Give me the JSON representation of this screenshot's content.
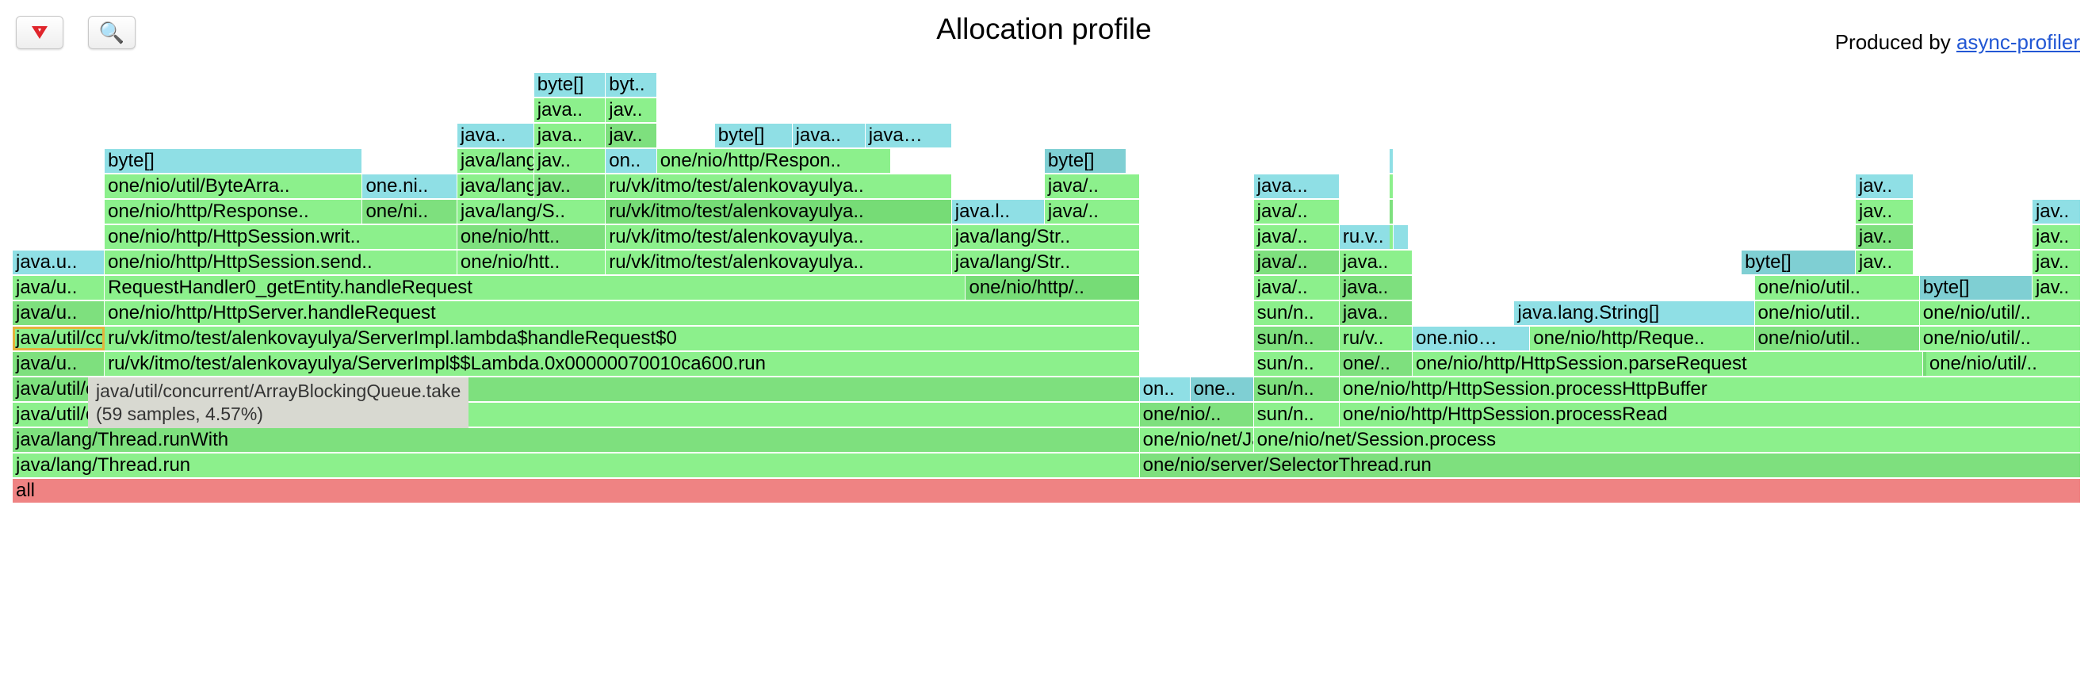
{
  "page": {
    "title": "Allocation profile",
    "produced_by_label": "Produced by",
    "produced_by_link": "async-profiler"
  },
  "toolbar": {
    "reverse_icon": "reverse-triangle-icon",
    "search_icon": "search-icon",
    "search_glyph": "🔍"
  },
  "tooltip": {
    "line1": "java/util/concurrent/ArrayBlockingQueue.take",
    "line2": "(59 samples, 4.57%)"
  },
  "colors": {
    "root": "#ef8383",
    "java_a": "#8cf08c",
    "java_b": "#7ee07e",
    "java_c": "#76dc76",
    "alloc_a": "#8fdfe5",
    "alloc_b": "#7fcfd3",
    "highlight_outline": "#e3b43b",
    "tooltip_bg": "#d8d9d1"
  },
  "flame": {
    "total_samples_note": "",
    "frames": [
      {
        "label": "all",
        "depth": 0,
        "start": 0.0,
        "width": 1.0,
        "kind": "root"
      },
      {
        "label": "java/lang/Thread.run",
        "depth": 1,
        "start": 0.0,
        "width": 0.5449,
        "kind": "java_a"
      },
      {
        "label": "one/nio/server/SelectorThread.run",
        "depth": 1,
        "start": 0.5449,
        "width": 0.4551,
        "kind": "java_b"
      },
      {
        "label": "java/lang/Thread.runWith",
        "depth": 2,
        "start": 0.0,
        "width": 0.5449,
        "kind": "java_b"
      },
      {
        "label": "one/nio/net/Jav..",
        "depth": 2,
        "start": 0.5449,
        "width": 0.0552,
        "kind": "java_a"
      },
      {
        "label": "one/nio/net/Session.process",
        "depth": 2,
        "start": 0.6001,
        "width": 0.3999,
        "kind": "java_a"
      },
      {
        "label": "java/util/concurrent/ThreadPoolExecutor$Worker.run",
        "depth": 3,
        "start": 0.0,
        "width": 0.5449,
        "kind": "java_a"
      },
      {
        "label": "one/nio/..",
        "depth": 3,
        "start": 0.5449,
        "width": 0.0552,
        "kind": "java_b"
      },
      {
        "label": "sun/n..",
        "depth": 3,
        "start": 0.6001,
        "width": 0.0415,
        "kind": "java_a"
      },
      {
        "label": "one/nio/http/HttpSession.processRead",
        "depth": 3,
        "start": 0.6416,
        "width": 0.3584,
        "kind": "java_a"
      },
      {
        "label": "java/util/concurrent/ThreadPoolExecutor.runWorker",
        "depth": 4,
        "start": 0.0,
        "width": 0.5449,
        "kind": "java_b"
      },
      {
        "label": "on..",
        "depth": 4,
        "start": 0.5449,
        "width": 0.0245,
        "kind": "alloc_a"
      },
      {
        "label": "one..",
        "depth": 4,
        "start": 0.5694,
        "width": 0.0307,
        "kind": "alloc_b"
      },
      {
        "label": "sun/n..",
        "depth": 4,
        "start": 0.6001,
        "width": 0.0415,
        "kind": "java_b"
      },
      {
        "label": "one/nio/http/HttpSession.processHttpBuffer",
        "depth": 4,
        "start": 0.6416,
        "width": 0.3584,
        "kind": "java_a"
      },
      {
        "label": "java/u..",
        "depth": 5,
        "start": 0.0,
        "width": 0.0445,
        "kind": "java_b"
      },
      {
        "label": "ru/vk/itmo/test/alenkovayulya/ServerImpl$$Lambda.0x00000070010ca600.run",
        "depth": 5,
        "start": 0.0445,
        "width": 0.5004,
        "kind": "java_a"
      },
      {
        "label": "sun/n..",
        "depth": 5,
        "start": 0.6001,
        "width": 0.0415,
        "kind": "java_a"
      },
      {
        "label": "one/..",
        "depth": 5,
        "start": 0.6416,
        "width": 0.0353,
        "kind": "java_b"
      },
      {
        "label": "one/nio/http/HttpSession.parseRequest",
        "depth": 5,
        "start": 0.6769,
        "width": 0.2468,
        "kind": "java_a"
      },
      {
        "label": "",
        "depth": 5,
        "start": 0.9237,
        "width": 0.0015,
        "kind": "java_c"
      },
      {
        "label": "one/nio/util/..",
        "depth": 5,
        "start": 0.9252,
        "width": 0.0748,
        "kind": "java_a"
      },
      {
        "label": "java/util/concurrent/ArrayBlockingQueue.take",
        "depth": 6,
        "start": 0.0,
        "width": 0.0445,
        "kind": "java_a",
        "highlight": true
      },
      {
        "label": "ru/vk/itmo/test/alenkovayulya/ServerImpl.lambda$handleRequest$0",
        "depth": 6,
        "start": 0.0445,
        "width": 0.5004,
        "kind": "java_a"
      },
      {
        "label": "sun/n..",
        "depth": 6,
        "start": 0.6001,
        "width": 0.0415,
        "kind": "java_b"
      },
      {
        "label": "ru/v..",
        "depth": 6,
        "start": 0.6416,
        "width": 0.0353,
        "kind": "java_a"
      },
      {
        "label": "one.nio…",
        "depth": 6,
        "start": 0.6769,
        "width": 0.0568,
        "kind": "alloc_a"
      },
      {
        "label": "one/nio/http/Reque..",
        "depth": 6,
        "start": 0.7337,
        "width": 0.1086,
        "kind": "java_a"
      },
      {
        "label": "one/nio/util..",
        "depth": 6,
        "start": 0.8423,
        "width": 0.0798,
        "kind": "java_b"
      },
      {
        "label": "one/nio/util/..",
        "depth": 6,
        "start": 0.9221,
        "width": 0.0779,
        "kind": "java_a"
      },
      {
        "label": "java/u..",
        "depth": 7,
        "start": 0.0,
        "width": 0.0445,
        "kind": "java_b"
      },
      {
        "label": "one/nio/http/HttpServer.handleRequest",
        "depth": 7,
        "start": 0.0445,
        "width": 0.5004,
        "kind": "java_a"
      },
      {
        "label": "sun/n..",
        "depth": 7,
        "start": 0.6001,
        "width": 0.0415,
        "kind": "java_a"
      },
      {
        "label": "java..",
        "depth": 7,
        "start": 0.6416,
        "width": 0.0353,
        "kind": "java_b"
      },
      {
        "label": "java.lang.String[]",
        "depth": 7,
        "start": 0.7261,
        "width": 0.1162,
        "kind": "alloc_a"
      },
      {
        "label": "one/nio/util..",
        "depth": 7,
        "start": 0.8423,
        "width": 0.0798,
        "kind": "java_a"
      },
      {
        "label": "one/nio/util/..",
        "depth": 7,
        "start": 0.9221,
        "width": 0.0779,
        "kind": "java_a"
      },
      {
        "label": "java/u..",
        "depth": 8,
        "start": 0.0,
        "width": 0.0445,
        "kind": "java_a"
      },
      {
        "label": "RequestHandler0_getEntity.handleRequest",
        "depth": 8,
        "start": 0.0445,
        "width": 0.4164,
        "kind": "java_a"
      },
      {
        "label": "one/nio/http/..",
        "depth": 8,
        "start": 0.4609,
        "width": 0.084,
        "kind": "java_c"
      },
      {
        "label": "java/..",
        "depth": 8,
        "start": 0.6001,
        "width": 0.0415,
        "kind": "java_a"
      },
      {
        "label": "java..",
        "depth": 8,
        "start": 0.6416,
        "width": 0.0353,
        "kind": "java_b"
      },
      {
        "label": "one/nio/util..",
        "depth": 8,
        "start": 0.8423,
        "width": 0.0798,
        "kind": "java_a"
      },
      {
        "label": "byte[]",
        "depth": 8,
        "start": 0.9221,
        "width": 0.0545,
        "kind": "alloc_b"
      },
      {
        "label": "jav..",
        "depth": 8,
        "start": 0.9766,
        "width": 0.0234,
        "kind": "java_a"
      },
      {
        "label": "java.u..",
        "depth": 9,
        "start": 0.0,
        "width": 0.0445,
        "kind": "alloc_a"
      },
      {
        "label": "one/nio/http/HttpSession.send..",
        "depth": 9,
        "start": 0.0445,
        "width": 0.1705,
        "kind": "java_a"
      },
      {
        "label": "one/nio/htt..",
        "depth": 9,
        "start": 0.215,
        "width": 0.0718,
        "kind": "java_a"
      },
      {
        "label": "ru/vk/itmo/test/alenkovayulya..",
        "depth": 9,
        "start": 0.2868,
        "width": 0.1673,
        "kind": "java_a"
      },
      {
        "label": "java/lang/Str..",
        "depth": 9,
        "start": 0.4541,
        "width": 0.0908,
        "kind": "java_a"
      },
      {
        "label": "java/..",
        "depth": 9,
        "start": 0.6001,
        "width": 0.0415,
        "kind": "java_b"
      },
      {
        "label": "java..",
        "depth": 9,
        "start": 0.6416,
        "width": 0.0353,
        "kind": "java_a"
      },
      {
        "label": "byte[]",
        "depth": 9,
        "start": 0.836,
        "width": 0.0551,
        "kind": "alloc_b"
      },
      {
        "label": "jav..",
        "depth": 9,
        "start": 0.8911,
        "width": 0.0279,
        "kind": "java_a"
      },
      {
        "label": "jav..",
        "depth": 9,
        "start": 0.9766,
        "width": 0.0234,
        "kind": "java_a"
      },
      {
        "label": "one/nio/http/HttpSession.writ..",
        "depth": 10,
        "start": 0.0445,
        "width": 0.1705,
        "kind": "java_a"
      },
      {
        "label": "one/nio/htt..",
        "depth": 10,
        "start": 0.215,
        "width": 0.0718,
        "kind": "java_b"
      },
      {
        "label": "ru/vk/itmo/test/alenkovayulya..",
        "depth": 10,
        "start": 0.2868,
        "width": 0.1673,
        "kind": "java_a"
      },
      {
        "label": "java/lang/Str..",
        "depth": 10,
        "start": 0.4541,
        "width": 0.0908,
        "kind": "java_a"
      },
      {
        "label": "java/..",
        "depth": 10,
        "start": 0.6001,
        "width": 0.0415,
        "kind": "java_a"
      },
      {
        "label": "ru.v..",
        "depth": 10,
        "start": 0.6416,
        "width": 0.0333,
        "kind": "alloc_a"
      },
      {
        "label": "",
        "depth": 10,
        "start": 0.6656,
        "width": 0.0015,
        "kind": "java_a"
      },
      {
        "label": "jav..",
        "depth": 10,
        "start": 0.8911,
        "width": 0.0279,
        "kind": "java_b"
      },
      {
        "label": "jav..",
        "depth": 10,
        "start": 0.9766,
        "width": 0.0234,
        "kind": "java_a"
      },
      {
        "label": "one/nio/http/Response..",
        "depth": 11,
        "start": 0.0445,
        "width": 0.1247,
        "kind": "java_a"
      },
      {
        "label": "one/ni..",
        "depth": 11,
        "start": 0.1692,
        "width": 0.0458,
        "kind": "java_b"
      },
      {
        "label": "java/lang/S..",
        "depth": 11,
        "start": 0.215,
        "width": 0.0718,
        "kind": "java_a"
      },
      {
        "label": "ru/vk/itmo/test/alenkovayulya..",
        "depth": 11,
        "start": 0.2868,
        "width": 0.1673,
        "kind": "java_c"
      },
      {
        "label": "java.l..",
        "depth": 11,
        "start": 0.4541,
        "width": 0.0449,
        "kind": "alloc_a"
      },
      {
        "label": "java/..",
        "depth": 11,
        "start": 0.499,
        "width": 0.0459,
        "kind": "java_a"
      },
      {
        "label": "java/..",
        "depth": 11,
        "start": 0.6001,
        "width": 0.0415,
        "kind": "java_a"
      },
      {
        "label": "",
        "depth": 11,
        "start": 0.6656,
        "width": 0.0015,
        "kind": "java_b"
      },
      {
        "label": "jav..",
        "depth": 11,
        "start": 0.8911,
        "width": 0.0279,
        "kind": "java_a"
      },
      {
        "label": "jav..",
        "depth": 11,
        "start": 0.9766,
        "width": 0.0234,
        "kind": "alloc_a"
      },
      {
        "label": "one/nio/util/ByteArra..",
        "depth": 12,
        "start": 0.0445,
        "width": 0.1247,
        "kind": "java_a"
      },
      {
        "label": "one.ni..",
        "depth": 12,
        "start": 0.1692,
        "width": 0.0458,
        "kind": "alloc_a"
      },
      {
        "label": "java/lang/S..",
        "depth": 12,
        "start": 0.215,
        "width": 0.0371,
        "kind": "java_a"
      },
      {
        "label": "jav..",
        "depth": 12,
        "start": 0.2521,
        "width": 0.0347,
        "kind": "java_b"
      },
      {
        "label": "ru/vk/itmo/test/alenkovayulya..",
        "depth": 12,
        "start": 0.2868,
        "width": 0.1673,
        "kind": "java_a"
      },
      {
        "label": "java/..",
        "depth": 12,
        "start": 0.499,
        "width": 0.0459,
        "kind": "java_a"
      },
      {
        "label": "java...",
        "depth": 12,
        "start": 0.6001,
        "width": 0.0415,
        "kind": "alloc_a"
      },
      {
        "label": "",
        "depth": 12,
        "start": 0.6656,
        "width": 0.0015,
        "kind": "java_a"
      },
      {
        "label": "jav..",
        "depth": 12,
        "start": 0.8911,
        "width": 0.0279,
        "kind": "alloc_a"
      },
      {
        "label": "byte[]",
        "depth": 13,
        "start": 0.0445,
        "width": 0.1247,
        "kind": "alloc_a"
      },
      {
        "label": "java/lang/S..",
        "depth": 13,
        "start": 0.215,
        "width": 0.0371,
        "kind": "java_a"
      },
      {
        "label": "jav..",
        "depth": 13,
        "start": 0.2521,
        "width": 0.0347,
        "kind": "java_a"
      },
      {
        "label": "on..",
        "depth": 13,
        "start": 0.2868,
        "width": 0.0247,
        "kind": "alloc_a"
      },
      {
        "label": "one/nio/http/Respon..",
        "depth": 13,
        "start": 0.3115,
        "width": 0.1132,
        "kind": "java_a"
      },
      {
        "label": "byte[]",
        "depth": 13,
        "start": 0.499,
        "width": 0.0394,
        "kind": "alloc_b"
      },
      {
        "label": "",
        "depth": 13,
        "start": 0.6656,
        "width": 0.0015,
        "kind": "alloc_a"
      },
      {
        "label": "java..",
        "depth": 14,
        "start": 0.215,
        "width": 0.0371,
        "kind": "alloc_a"
      },
      {
        "label": "java..",
        "depth": 14,
        "start": 0.2521,
        "width": 0.0347,
        "kind": "java_a"
      },
      {
        "label": "jav..",
        "depth": 14,
        "start": 0.2868,
        "width": 0.0247,
        "kind": "java_b"
      },
      {
        "label": "byte[]",
        "depth": 14,
        "start": 0.3395,
        "width": 0.0375,
        "kind": "alloc_a"
      },
      {
        "label": "java..",
        "depth": 14,
        "start": 0.377,
        "width": 0.0353,
        "kind": "alloc_a"
      },
      {
        "label": "java…",
        "depth": 14,
        "start": 0.4123,
        "width": 0.0418,
        "kind": "alloc_a"
      },
      {
        "label": "java..",
        "depth": 15,
        "start": 0.2521,
        "width": 0.0347,
        "kind": "java_a"
      },
      {
        "label": "jav..",
        "depth": 15,
        "start": 0.2868,
        "width": 0.0247,
        "kind": "java_a"
      },
      {
        "label": "byte[]",
        "depth": 16,
        "start": 0.2521,
        "width": 0.0347,
        "kind": "alloc_a"
      },
      {
        "label": "byt..",
        "depth": 16,
        "start": 0.2868,
        "width": 0.0247,
        "kind": "alloc_a"
      }
    ]
  }
}
